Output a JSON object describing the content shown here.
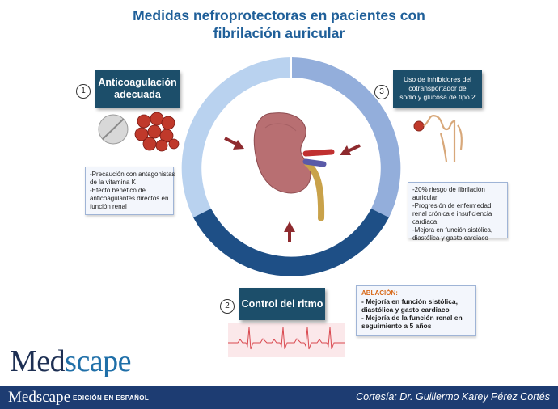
{
  "title": {
    "line1": "Medidas nefroprotectoras en pacientes con",
    "line2": "fibrilación auricular"
  },
  "sections": [
    {
      "number": "1",
      "heading_line1": "Anticoagulación",
      "heading_line2": "adecuada",
      "notes": [
        "-Precaución con antagonistas",
        "de la vitamina K",
        "-Efecto benéfico de",
        "anticoagulantes directos en",
        "función renal"
      ]
    },
    {
      "number": "2",
      "heading": "Control del ritmo",
      "ablation_title": "ABLACIÓN:",
      "notes": [
        "- Mejoría en función sistólica,",
        "diastólica y gasto cardiaco",
        "- Mejoría de la función renal en",
        "seguimiento a 5 años"
      ]
    },
    {
      "number": "3",
      "heading_lines": [
        "Uso de inhibidores del",
        "cotransportador de",
        "sodio y glucosa de tipo 2"
      ],
      "notes": [
        "-20% riesgo de fibrilación",
        "auricular",
        "-Progresión de enfermedad",
        "renal crónica e insuficiencia",
        "cardiaca",
        "-Mejora en función sistólica,",
        "diastólica y gasto cardiaco"
      ]
    }
  ],
  "logo": {
    "part1": "Med",
    "part2": "scape"
  },
  "footer": {
    "logo": "Medscape",
    "edition": "EDICIÓN EN ESPAÑOL",
    "credit": "Cortesía: Dr. Guillermo Karey Pérez Cortés"
  },
  "colors": {
    "title": "#1f5f99",
    "ring_light": "#b9d2ef",
    "ring_mid": "#93aedb",
    "ring_dark": "#1e4f86",
    "label_dark": "#1c4e6a",
    "arrow": "#8e2a2e",
    "kidney": "#b86f72",
    "footer": "#1d3c72",
    "ablation": "#d86a1b"
  },
  "icons": [
    "pill-icon",
    "blood-cells-icon",
    "nephron-icon",
    "kidney-illustration",
    "ecg-strip"
  ]
}
